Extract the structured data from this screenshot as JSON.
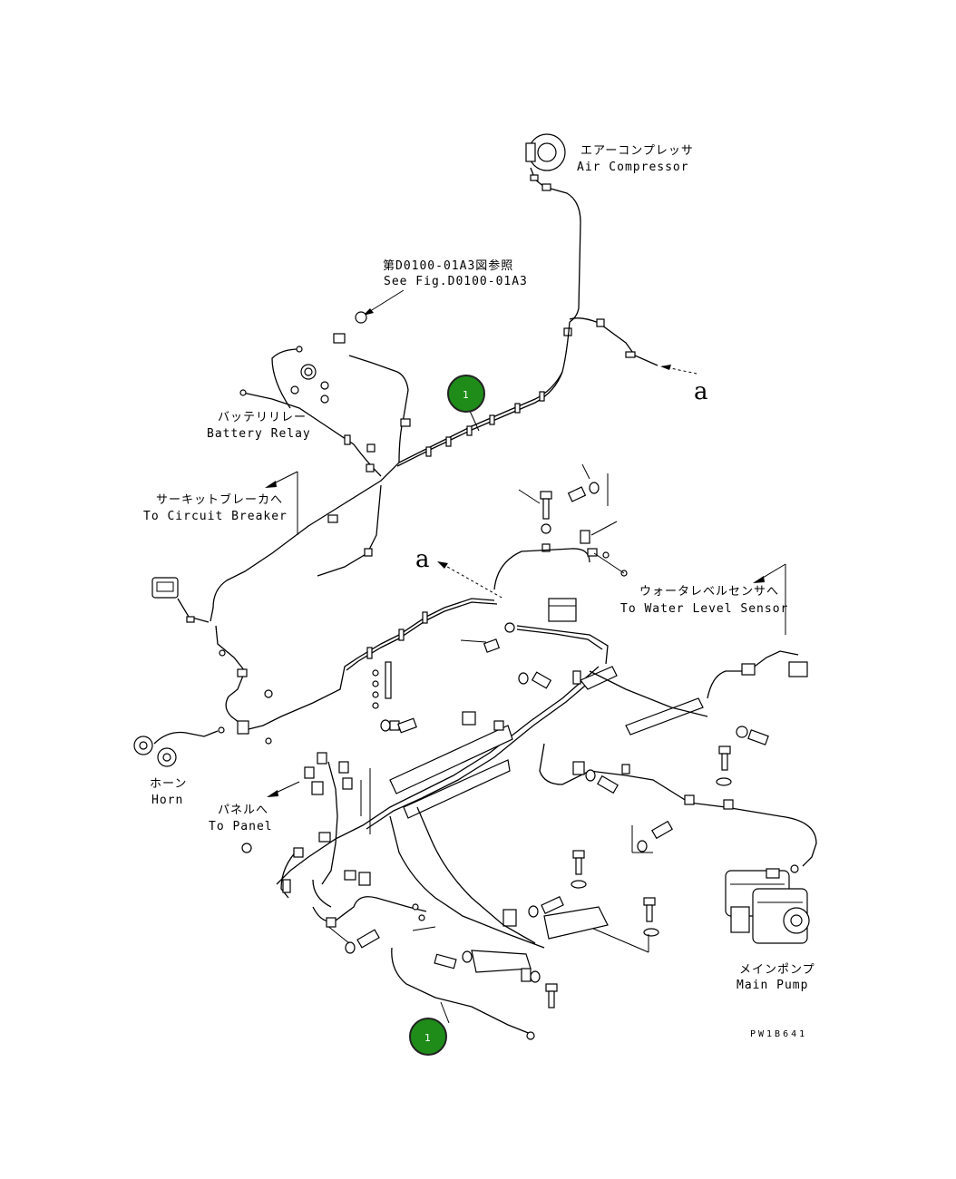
{
  "labels": {
    "air_compressor_jp": "エアーコンプレッサ",
    "air_compressor_en": "Air Compressor",
    "see_fig_jp": "第D0100-01A3図参照",
    "see_fig_en": "See Fig.D0100-01A3",
    "arrow_a_top": "a",
    "battery_relay_jp": "バッテリリレー",
    "battery_relay_en": "Battery Relay",
    "circuit_breaker_jp": "サーキットブレーカへ",
    "circuit_breaker_en": "To Circuit Breaker",
    "arrow_a_mid": "a",
    "water_level_jp": "ウォータレベルセンサへ",
    "water_level_en": "To Water Level Sensor",
    "horn_jp": "ホーン",
    "horn_en": "Horn",
    "panel_jp": "パネルへ",
    "panel_en": "To Panel",
    "main_pump_jp": "メインポンプ",
    "main_pump_en": "Main Pump",
    "drawing_no": "PW1B641"
  },
  "callouts": [
    {
      "number": "1",
      "color": "#1f8c1a"
    },
    {
      "number": "1",
      "color": "#1f8c1a"
    }
  ]
}
